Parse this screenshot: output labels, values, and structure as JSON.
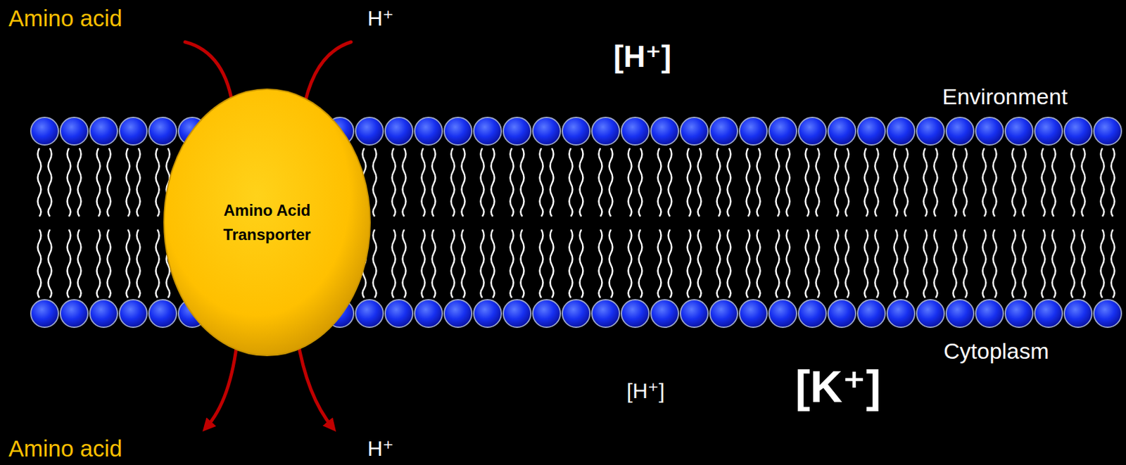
{
  "diagram": {
    "nodes": [
      {
        "text": [
          "Amino Acid Transporter"
        ]
      }
    ],
    "labels": [
      "Amino acid",
      "H⁺",
      "[H⁺]",
      "Environment",
      "Cytoplasm",
      "[H⁺]",
      "[K⁺]",
      "Amino acid",
      "H⁺"
    ]
  }
}
